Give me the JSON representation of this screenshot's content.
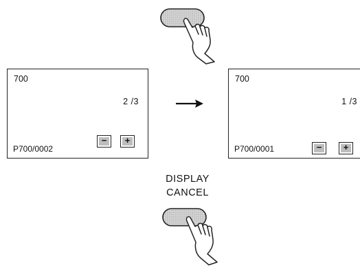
{
  "screen_before": {
    "folder": "700",
    "page_indicator": "2 /3",
    "file_id": "P700/0002",
    "minus_icon": "minus-icon",
    "plus_icon": "plus-icon"
  },
  "screen_after": {
    "folder": "700",
    "page_indicator": "1 /3",
    "file_id": "P700/0001",
    "minus_icon": "minus-icon",
    "plus_icon": "plus-icon"
  },
  "display_cancel_caption": [
    "DISPLAY",
    "CANCEL"
  ],
  "icons": {
    "transition": "right-arrow-icon",
    "top_press": "finger-pressing-button-icon",
    "bottom_press": "finger-pressing-button-icon"
  },
  "colors": {
    "button_fill": "#bdbdbd",
    "line": "#222222"
  }
}
